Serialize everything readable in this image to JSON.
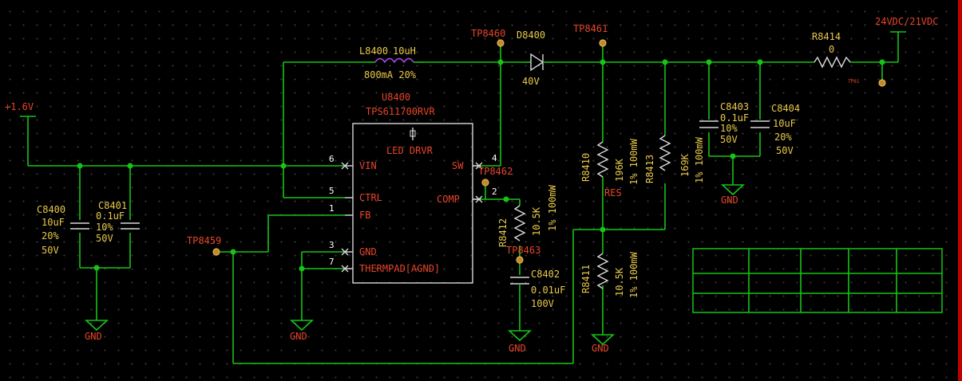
{
  "nets": {
    "vin": "+1.6V",
    "vout": "24VDC/21VDC",
    "gnd": "GND"
  },
  "ic": {
    "ref": "U8400",
    "part": "TPS611700RVR",
    "center": "LED DRVR",
    "pins": [
      {
        "num": "6",
        "name": "VIN"
      },
      {
        "num": "5",
        "name": "CTRL"
      },
      {
        "num": "1",
        "name": "FB"
      },
      {
        "num": "3",
        "name": "GND"
      },
      {
        "num": "7",
        "name": "THERMPAD[AGND]"
      },
      {
        "num": "4",
        "name": "SW"
      },
      {
        "num": "2",
        "name": "COMP"
      }
    ]
  },
  "inductor": {
    "ref": "L8400",
    "value": "10uH",
    "rating": "800mA  20%"
  },
  "diode": {
    "ref": "D8400",
    "value": "40V"
  },
  "capacitors": [
    {
      "ref": "C8400",
      "value": "10uF",
      "tol": "20%",
      "volt": "50V"
    },
    {
      "ref": "C8401",
      "value": "0.1uF",
      "tol": "10%",
      "volt": "50V"
    },
    {
      "ref": "C8402",
      "value": "0.01uF",
      "volt": "100V"
    },
    {
      "ref": "C8403",
      "value": "0.1uF",
      "tol": "10%",
      "volt": "50V"
    },
    {
      "ref": "C8404",
      "value": "10uF",
      "tol": "20%",
      "volt": "50V"
    }
  ],
  "resistors": [
    {
      "ref": "R8410",
      "value": "196K",
      "spec": "1%  100mW",
      "note": "RES"
    },
    {
      "ref": "R8411",
      "value": "10.5K",
      "spec": "1%  100mW"
    },
    {
      "ref": "R8412",
      "value": "10.5K",
      "spec": "1%  100mW"
    },
    {
      "ref": "R8413",
      "value": "169K",
      "spec": "1%  100mW"
    },
    {
      "ref": "R8414",
      "value": "0"
    }
  ],
  "testpoints": [
    "TP8459",
    "TP8460",
    "TP8461",
    "TP8462",
    "TP8463",
    "TP81"
  ]
}
